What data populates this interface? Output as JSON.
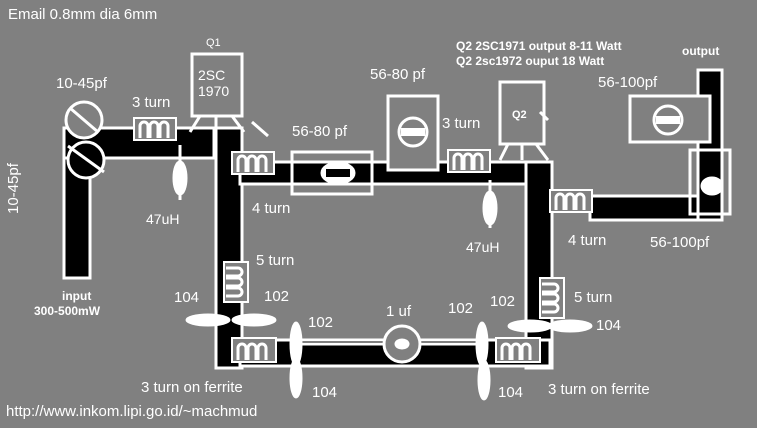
{
  "header": {
    "email_note": "Email 0.8mm dia 6mm"
  },
  "components": {
    "q1": {
      "name": "Q1",
      "part_line1": "2SC",
      "part_line2": "1970"
    },
    "q2": {
      "name": "Q2"
    },
    "q2_note_line1": "Q2 2SC1971 output 8-11 Watt",
    "q2_note_line2": "Q2 2sc1972 ouput  18 Watt",
    "output_label": "output",
    "input_label": "input",
    "input_power": "300-500mW"
  },
  "trimmers": {
    "t_input_top": "10-45pf",
    "t_input_side": "10-45pf",
    "t_mid_left": "56-80 pf",
    "t_mid_right": "56-80 pf",
    "t_out_top": "56-100pf",
    "t_out_bottom": "56-100pf"
  },
  "coils": {
    "c_3turn_left": "3 turn",
    "c_3turn_mid": "3 turn",
    "c_4turn_left": "4 turn",
    "c_4turn_right": "4 turn",
    "c_5turn_left": "5 turn",
    "c_5turn_right": "5 turn",
    "c_ferrite_left": "3 turn on ferrite",
    "c_ferrite_right": "3 turn on ferrite",
    "rfc_left": "47uH",
    "rfc_right": "47uH"
  },
  "capacitors": {
    "c104_left_top": "104",
    "c102_left": "102",
    "c102_mid_left": "102",
    "c1uf": "1 uf",
    "c102_mid_right": "102",
    "c102_right": "102",
    "c104_right": "104",
    "c104_bottom_left": "104",
    "c104_bottom_right": "104"
  },
  "footer": {
    "url": "http://www.inkom.lipi.go.id/~machmud"
  },
  "colors": {
    "background": "#808080",
    "trace_outline": "#ffffff",
    "trace_fill": "#000000",
    "text": "#ffffff"
  }
}
